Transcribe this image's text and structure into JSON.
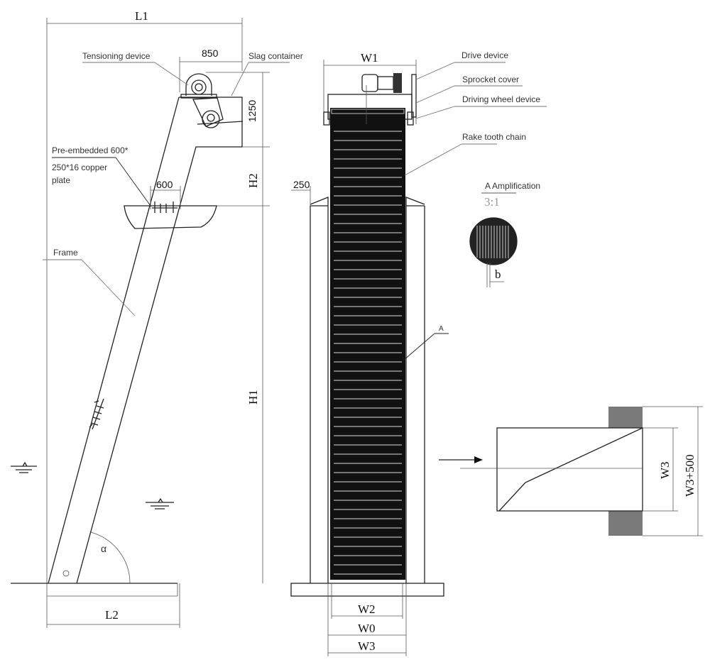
{
  "side_view": {
    "dim_l1": "L1",
    "dim_850": "850",
    "dim_1250": "1250",
    "dim_h2": "H2",
    "dim_h1": "H1",
    "dim_600": "600",
    "dim_l2": "L2",
    "angle": "α",
    "tensioning_device": "Tensioning device",
    "slag_container": "Slag container",
    "pre_embedded_line1": "Pre-embedded 600*",
    "pre_embedded_line2": "250*16 copper",
    "pre_embedded_line3": "plate",
    "frame": "Frame"
  },
  "front_view": {
    "dim_w1": "W1",
    "drive_device": "Drive device",
    "sprocket_cover": "Sprocket cover",
    "driving_wheel_device": "Driving wheel device",
    "rake_tooth_chain": "Rake tooth chain",
    "dim_250": "250",
    "detail_marker": "A",
    "dim_w2": "W2",
    "dim_w0": "W0",
    "dim_w3": "W3"
  },
  "detail": {
    "title": "A  Amplification",
    "scale": "3:1",
    "dim_b": "b"
  },
  "plan_view": {
    "dim_w3": "W3",
    "dim_w3_500": "W3+500"
  }
}
